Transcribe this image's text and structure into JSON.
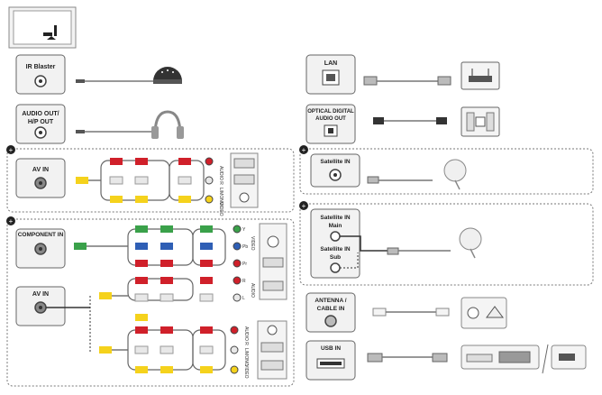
{
  "panels": {
    "ir_blaster": "IR Blaster",
    "audio_out": [
      "AUDIO OUT/",
      "H/P OUT"
    ],
    "av_in": "AV IN",
    "component_in": "COMPONENT IN",
    "av_in_2": "AV IN",
    "lan": "LAN",
    "optical": [
      "OPTICAL DIGITAL",
      "AUDIO OUT"
    ],
    "satellite_in": "Satellite IN",
    "satellite_main": [
      "Satellite IN",
      "Main"
    ],
    "satellite_sub": [
      "Satellite IN",
      "Sub"
    ],
    "antenna": [
      "ANTENNA /",
      "CABLE IN"
    ],
    "usb_in": "USB IN"
  },
  "jack_labels": {
    "av_top": [
      "AUDIO R",
      "L/MONO",
      "VIDEO"
    ],
    "component": [
      "Y",
      "Pb",
      "Pr",
      "R",
      "L"
    ],
    "component_audio": "AUDIO",
    "component_video": "VIDEO",
    "av_bottom": [
      "AUDIO R",
      "L/MONO",
      "VIDEO"
    ]
  },
  "colors": {
    "red": "#d0202a",
    "white": "#e8e8e8",
    "yellow": "#f5d21c",
    "green": "#3aa14a",
    "blue": "#2f5fb5",
    "gray": "#9a9a9a"
  }
}
